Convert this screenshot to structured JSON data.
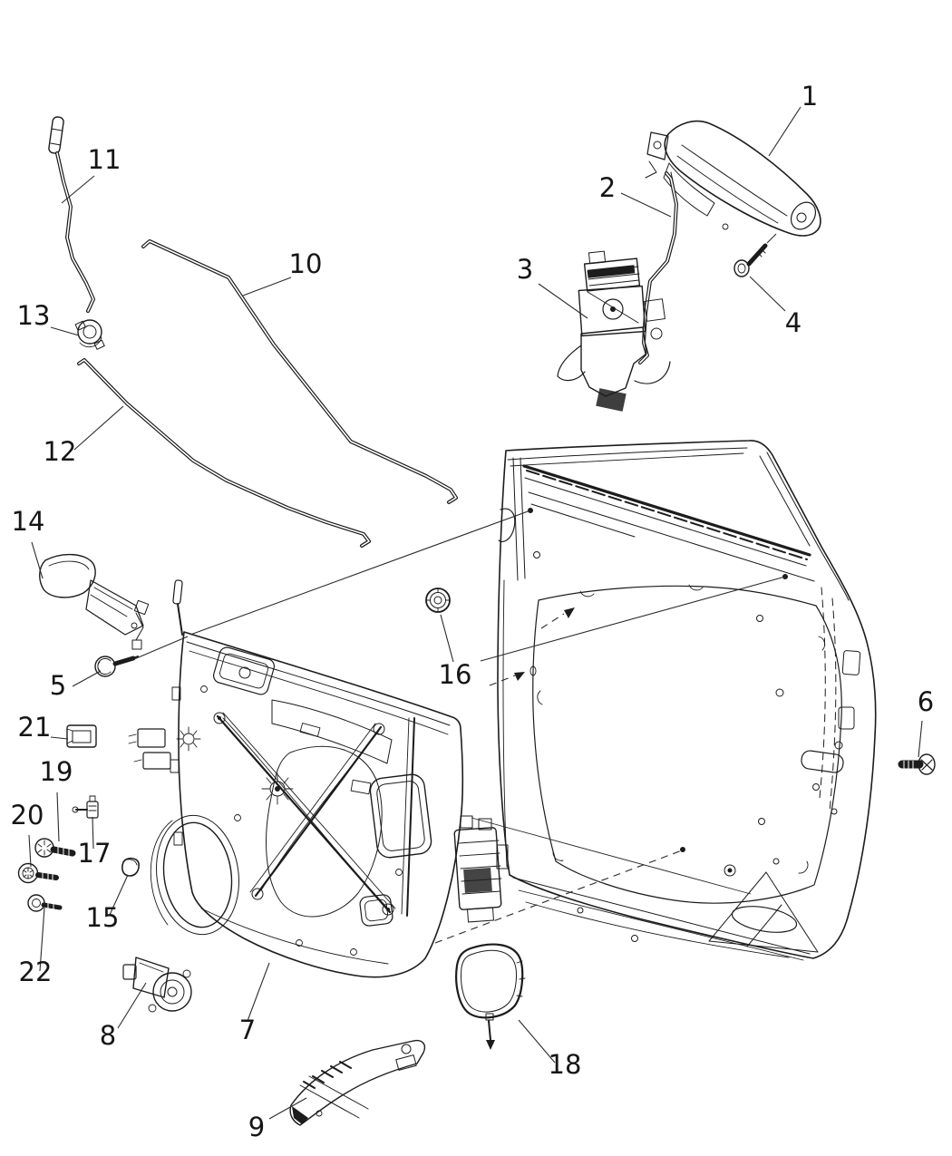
{
  "figure": {
    "background_color": "#ffffff",
    "line_color": "#1c1c1c"
  },
  "callouts": [
    {
      "label": "1"
    },
    {
      "label": "2"
    },
    {
      "label": "3"
    },
    {
      "label": "4"
    },
    {
      "label": "5"
    },
    {
      "label": "6"
    },
    {
      "label": "7"
    },
    {
      "label": "8"
    },
    {
      "label": "9"
    },
    {
      "label": "10"
    },
    {
      "label": "11"
    },
    {
      "label": "12"
    },
    {
      "label": "13"
    },
    {
      "label": "14"
    },
    {
      "label": "15"
    },
    {
      "label": "16"
    },
    {
      "label": "17"
    },
    {
      "label": "18"
    },
    {
      "label": "19"
    },
    {
      "label": "20"
    },
    {
      "label": "21"
    },
    {
      "label": "22"
    }
  ]
}
